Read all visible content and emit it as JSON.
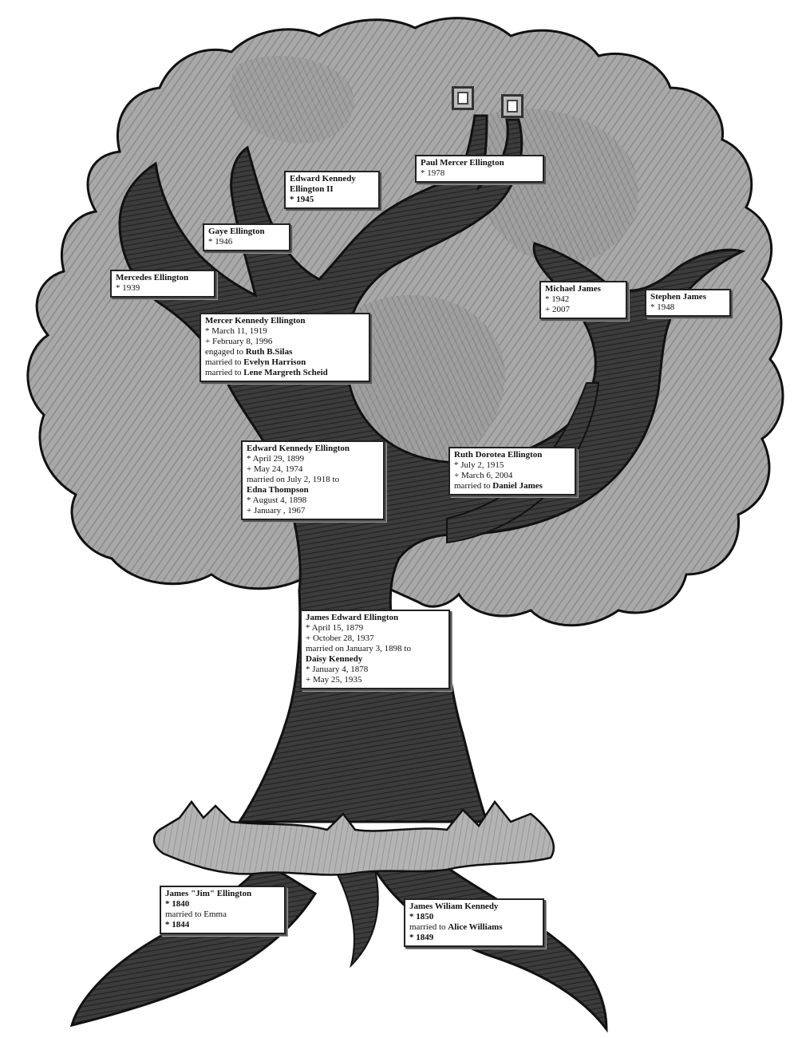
{
  "colors": {
    "foliage": "#a4a4a4",
    "foliage_dark": "#7e7e7e",
    "trunk": "#3a3a3a",
    "trunk_dark": "#262626",
    "grass": "#b0b0b0",
    "outline": "#111111",
    "card_bg": "#ffffff"
  },
  "frames": [
    {
      "name": "picture-frame-left"
    },
    {
      "name": "picture-frame-right"
    }
  ],
  "people": {
    "paul": {
      "name": "Paul Mercer Ellington",
      "born": "* 1978"
    },
    "edward2": {
      "name_line1": "Edward Kennedy",
      "name_line2": "Ellington II",
      "born": "* 1945"
    },
    "gaye": {
      "name": "Gaye Ellington",
      "born": "* 1946"
    },
    "mercedes": {
      "name": "Mercedes Ellington",
      "born": "* 1939"
    },
    "michael": {
      "name": "Michael James",
      "born": "* 1942",
      "died": "+ 2007"
    },
    "stephen": {
      "name": "Stephen James",
      "born": "* 1948"
    },
    "mercer": {
      "name": "Mercer Kennedy Ellington",
      "born": "* March 11, 1919",
      "died": "+ February 8, 1996",
      "engaged_prefix": "engaged to ",
      "engaged_to": "Ruth B.Silas",
      "married1_prefix": "married to ",
      "married1_to": "Evelyn Harrison",
      "married2_prefix": "married to ",
      "married2_to": "Lene Margreth Scheid"
    },
    "edward": {
      "name": "Edward Kennedy Ellington",
      "born": "* April 29, 1899",
      "died": "+ May 24, 1974",
      "married": "married on July 2, 1918 to",
      "spouse": "Edna Thompson",
      "spouse_born": "* August 4, 1898",
      "spouse_died": "+ January , 1967"
    },
    "ruth": {
      "name": "Ruth Dorotea Ellington",
      "born": "* July 2, 1915",
      "died": "+ March 6, 2004",
      "married_prefix": "married to ",
      "married_to": "Daniel James"
    },
    "james_edward": {
      "name": "James Edward Ellington",
      "born": "* April 15, 1879",
      "died": "+ October 28, 1937",
      "married": "married on January 3, 1898 to",
      "spouse": "Daisy Kennedy",
      "spouse_born": "* January 4, 1878",
      "spouse_died": "+ May 25, 1935"
    },
    "jim": {
      "name": "James \"Jim\" Ellington",
      "born": "* 1840",
      "married": "married to Emma",
      "spouse_born": "* 1844"
    },
    "james_william": {
      "name": "James Wiliam Kennedy",
      "born": "* 1850",
      "married_prefix": "married to ",
      "married_to": "Alice Williams",
      "spouse_born": "* 1849"
    }
  }
}
